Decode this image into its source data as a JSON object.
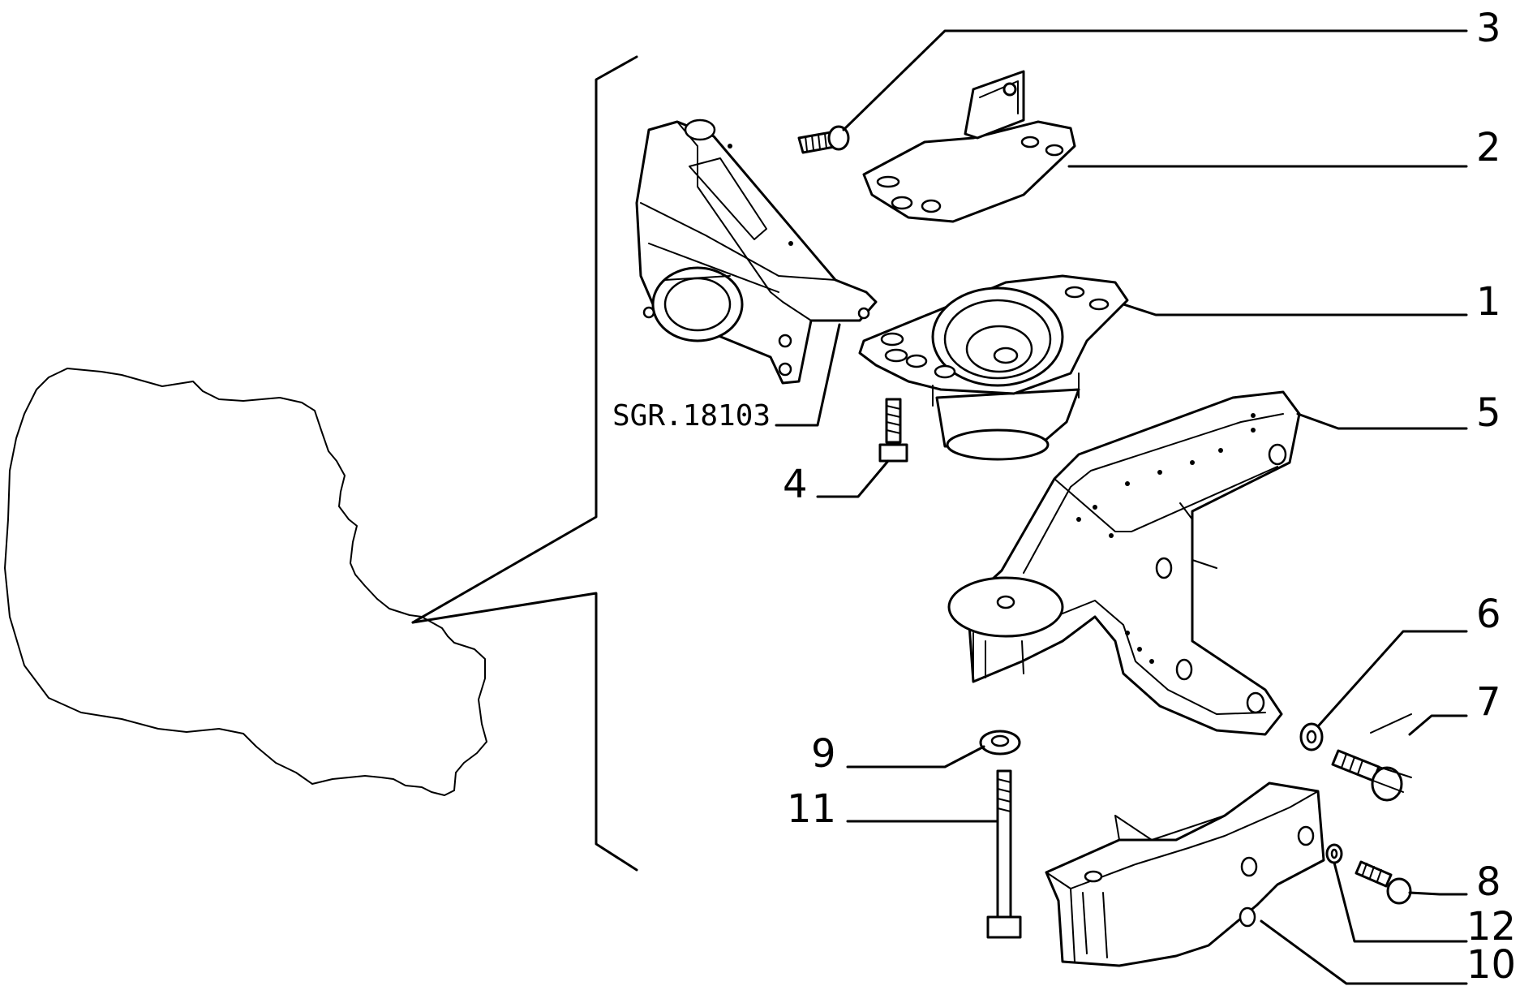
{
  "diagram": {
    "reference_code": "SGR.18103",
    "callouts": [
      {
        "id": "callout-1",
        "label": "1"
      },
      {
        "id": "callout-2",
        "label": "2"
      },
      {
        "id": "callout-3",
        "label": "3"
      },
      {
        "id": "callout-4",
        "label": "4"
      },
      {
        "id": "callout-5",
        "label": "5"
      },
      {
        "id": "callout-6",
        "label": "6"
      },
      {
        "id": "callout-7",
        "label": "7"
      },
      {
        "id": "callout-8",
        "label": "8"
      },
      {
        "id": "callout-9",
        "label": "9"
      },
      {
        "id": "callout-10",
        "label": "10"
      },
      {
        "id": "callout-11",
        "label": "11"
      },
      {
        "id": "callout-12",
        "label": "12"
      }
    ]
  }
}
